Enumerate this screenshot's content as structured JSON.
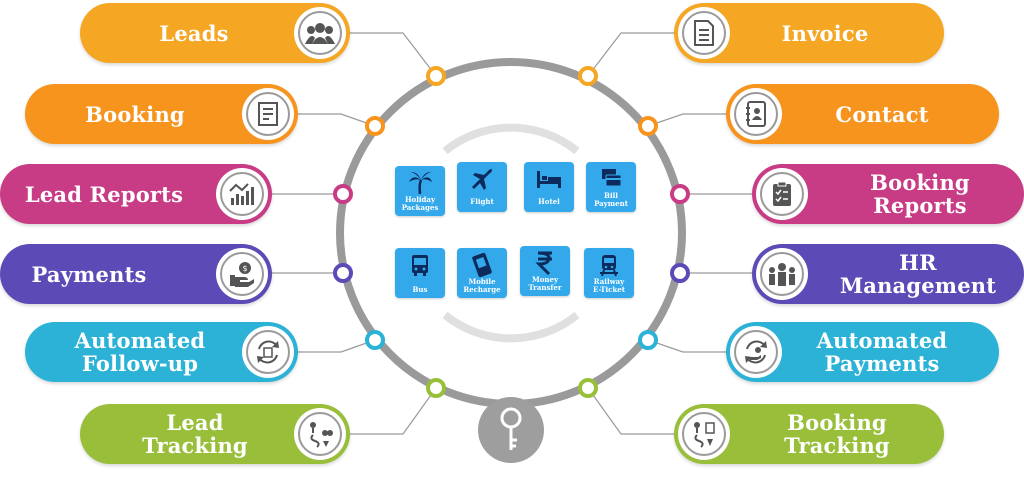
{
  "left_items": [
    {
      "label": "Leads",
      "icon": "group-icon",
      "color": "#f5a623"
    },
    {
      "label": "Booking",
      "icon": "booking-form-icon",
      "color": "#f7941d"
    },
    {
      "label": "Lead Reports",
      "icon": "growth-chart-icon",
      "color": "#c83c86"
    },
    {
      "label": "Payments",
      "icon": "hand-coin-icon",
      "color": "#5c4bb6"
    },
    {
      "label": "Automated Follow-up",
      "label_line1": "Automated",
      "label_line2": "Follow-up",
      "icon": "follow-up-cycle-icon",
      "color": "#2bb2d6"
    },
    {
      "label": "Lead Tracking",
      "icon": "tracking-route-icon",
      "color": "#99bf3a"
    }
  ],
  "right_items": [
    {
      "label": "Invoice",
      "icon": "invoice-document-icon",
      "color": "#f5a623"
    },
    {
      "label": "Contact",
      "icon": "contact-book-icon",
      "color": "#f7941d"
    },
    {
      "label": "Booking Reports",
      "icon": "clipboard-checklist-icon",
      "color": "#c83c86"
    },
    {
      "label": "HR Management",
      "icon": "team-people-icon",
      "color": "#5c4bb6"
    },
    {
      "label": "Automated Payments",
      "label_line1": "Automated",
      "label_line2": "Payments",
      "icon": "auto-payment-cycle-icon",
      "color": "#2bb2d6"
    },
    {
      "label": "Booking Tracking",
      "icon": "booking-route-icon",
      "color": "#99bf3a"
    }
  ],
  "services": [
    {
      "label": "Holiday Packages",
      "line1": "Holiday",
      "line2": "Packages",
      "icon": "palm-tree-icon"
    },
    {
      "label": "Flight",
      "line1": "Flight",
      "line2": "",
      "icon": "airplane-icon"
    },
    {
      "label": "Hotel",
      "line1": "Hotel",
      "line2": "",
      "icon": "bed-icon"
    },
    {
      "label": "Bill Payment",
      "line1": "Bill",
      "line2": "Payment",
      "icon": "bill-card-icon"
    },
    {
      "label": "Bus",
      "line1": "Bus",
      "line2": "",
      "icon": "bus-icon"
    },
    {
      "label": "Mobile Recharge",
      "line1": "Mobile",
      "line2": "Recharge",
      "icon": "mobile-phone-icon"
    },
    {
      "label": "Money Transfer",
      "line1": "Money",
      "line2": "Transfer",
      "icon": "rupee-icon"
    },
    {
      "label": "Railway E-Ticket",
      "line1": "Railway",
      "line2": "E-Ticket",
      "icon": "train-icon"
    }
  ],
  "key": {
    "icon": "key-icon",
    "color": "#9e9e9e"
  },
  "ring_color": "#9a9a9a",
  "tile_color": "#33a9ec"
}
